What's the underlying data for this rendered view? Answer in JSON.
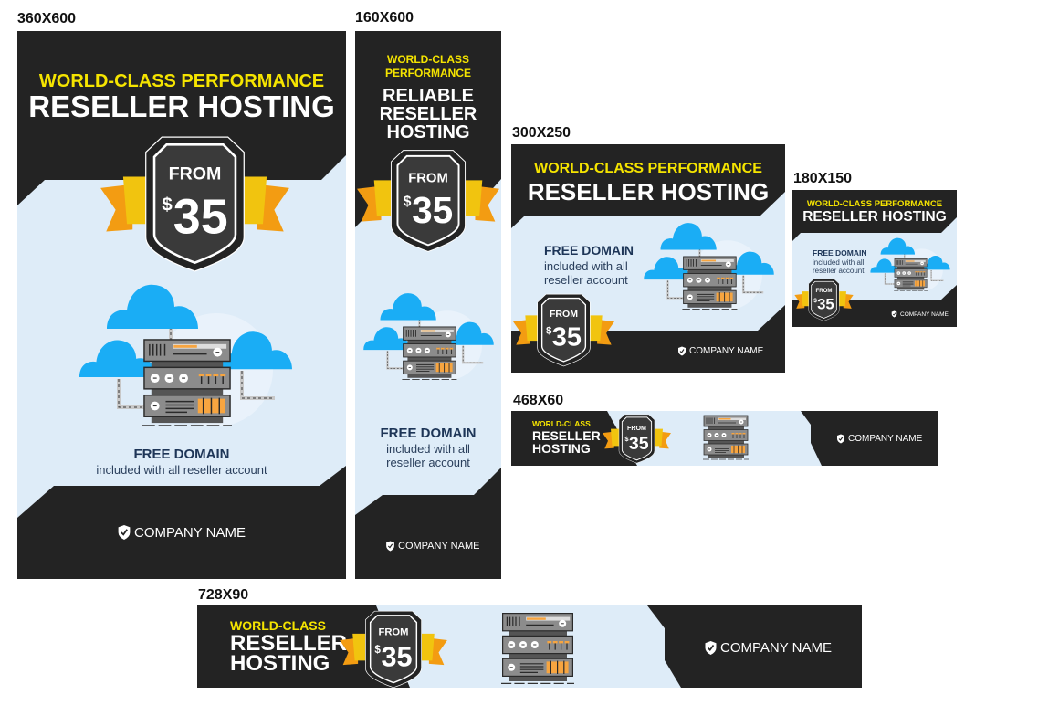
{
  "size_labels": [
    "360X600",
    "160X600",
    "300X250",
    "180X150",
    "468X60",
    "728X90"
  ],
  "colors": {
    "dark": "#232323",
    "light": "#deecf8",
    "yellow": "#f5e400",
    "ribbon": "#f1c40f",
    "ribbon_tail": "#f39c12",
    "cloud": "#1aadf5",
    "navy": "#1d3557"
  },
  "b360": {
    "kicker": "WORLD-CLASS PERFORMANCE",
    "title": "RESELLER HOSTING",
    "from": "FROM",
    "currency": "$",
    "price": "35",
    "free": "FREE DOMAIN",
    "included": "included with all reseller account",
    "company": "COMPANY NAME"
  },
  "b160": {
    "kicker1": "WORLD-CLASS",
    "kicker2": "PERFORMANCE",
    "title1": "RELIABLE",
    "title2": "RESELLER",
    "title3": "HOSTING",
    "from": "FROM",
    "currency": "$",
    "price": "35",
    "free": "FREE DOMAIN",
    "included1": "included with all",
    "included2": "reseller account",
    "company": "COMPANY NAME"
  },
  "b300": {
    "kicker": "WORLD-CLASS PERFORMANCE",
    "title": "RESELLER HOSTING",
    "free": "FREE DOMAIN",
    "included1": "included with all",
    "included2": "reseller account",
    "from": "FROM",
    "currency": "$",
    "price": "35",
    "company": "COMPANY NAME"
  },
  "b180": {
    "kicker": "WORLD-CLASS PERFORMANCE",
    "title": "RESELLER HOSTING",
    "free": "FREE DOMAIN",
    "included1": "included with all",
    "included2": "reseller account",
    "from": "FROM",
    "currency": "$",
    "price": "35",
    "company": "COMPANY NAME"
  },
  "b468": {
    "kicker": "WORLD-CLASS",
    "title1": "RESELLER",
    "title2": "HOSTING",
    "from": "FROM",
    "currency": "$",
    "price": "35",
    "company": "COMPANY NAME"
  },
  "b728": {
    "kicker": "WORLD-CLASS",
    "title1": "RESELLER",
    "title2": "HOSTING",
    "from": "FROM",
    "currency": "$",
    "price": "35",
    "company": "COMPANY NAME"
  }
}
